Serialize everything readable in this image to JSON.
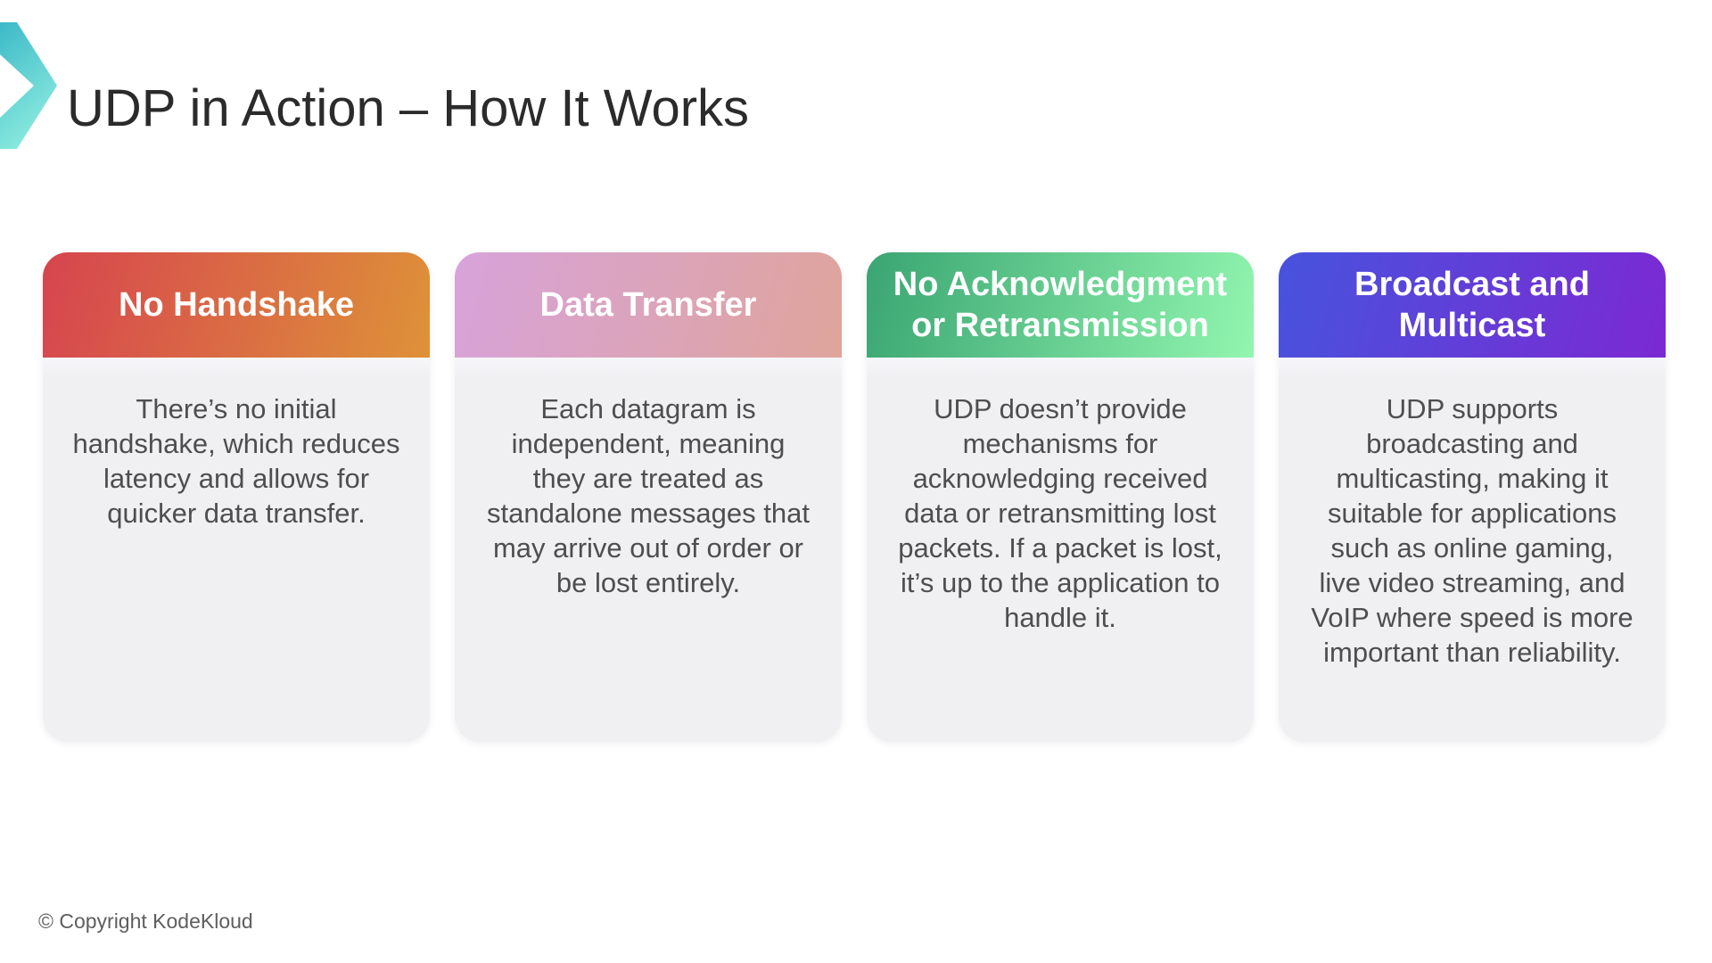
{
  "slide": {
    "title": "UDP in Action – How It Works",
    "copyright": "© Copyright KodeKloud"
  },
  "logo": {
    "icon": "kodekloud-chevron-icon",
    "gradient_from": "#3cb9c8",
    "gradient_to": "#8aeade"
  },
  "theme": {
    "background": "#ffffff",
    "title_color": "#2b2b2b",
    "card_body_bg": "#f0eff2",
    "card_body_text_color": "#4e4e4e",
    "card_header_text_color": "#ffffff"
  },
  "cards": [
    {
      "title": "No Handshake",
      "body": "There’s no initial handshake, which reduces latency and allows for quicker data transfer.",
      "gradient_from": "#d6444f",
      "gradient_to": "#de9238"
    },
    {
      "title": "Data Transfer",
      "body": "Each datagram is independent, meaning they are treated as standalone messages that may arrive out of order or be lost entirely.",
      "gradient_from": "#d7a3da",
      "gradient_to": "#dfa49b"
    },
    {
      "title": "No Acknowledgment or Retransmission",
      "body": "UDP doesn’t provide mechanisms for acknowledging received data or retransmitting lost packets. If a packet is lost, it’s up to the application to handle it.",
      "gradient_from": "#3aa572",
      "gradient_to": "#92f6af"
    },
    {
      "title": "Broadcast and Multicast",
      "body": "UDP supports broadcasting and multicasting, making it suitable for applications such as online gaming, live video streaming, and VoIP where speed is more important than reliability.",
      "gradient_from": "#4753dd",
      "gradient_to": "#7c29d2"
    }
  ]
}
